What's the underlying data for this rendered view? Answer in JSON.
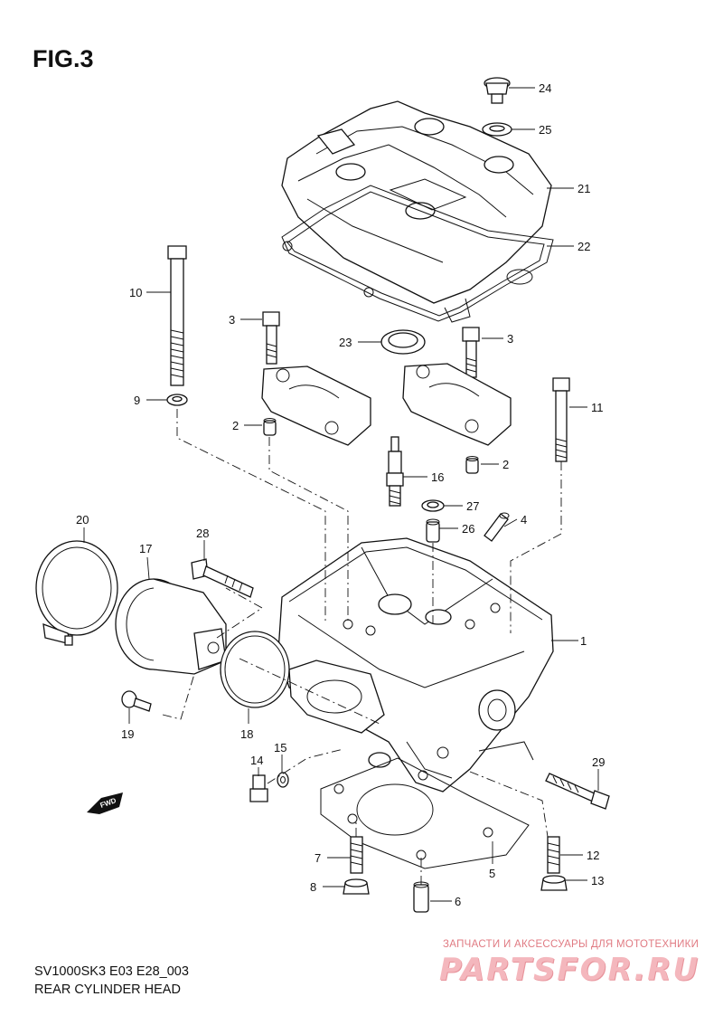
{
  "figure": {
    "title": "FIG.3",
    "model_code": "SV1000SK3 E03 E28_003",
    "section_name": "REAR CYLINDER HEAD"
  },
  "watermark": {
    "tagline": "ЗАПЧАСТИ И АКСЕССУАРЫ ДЛЯ МОТОТЕХНИКИ",
    "logo": "PARTSFOR.RU"
  },
  "direction_badge": "FWD",
  "callouts": [
    {
      "id": "c1",
      "label": "1"
    },
    {
      "id": "c2a",
      "label": "2"
    },
    {
      "id": "c2b",
      "label": "2"
    },
    {
      "id": "c3a",
      "label": "3"
    },
    {
      "id": "c3b",
      "label": "3"
    },
    {
      "id": "c4",
      "label": "4"
    },
    {
      "id": "c5",
      "label": "5"
    },
    {
      "id": "c6",
      "label": "6"
    },
    {
      "id": "c7",
      "label": "7"
    },
    {
      "id": "c8",
      "label": "8"
    },
    {
      "id": "c9",
      "label": "9"
    },
    {
      "id": "c10",
      "label": "10"
    },
    {
      "id": "c11",
      "label": "11"
    },
    {
      "id": "c12",
      "label": "12"
    },
    {
      "id": "c13",
      "label": "13"
    },
    {
      "id": "c14",
      "label": "14"
    },
    {
      "id": "c15",
      "label": "15"
    },
    {
      "id": "c16",
      "label": "16"
    },
    {
      "id": "c17",
      "label": "17"
    },
    {
      "id": "c18",
      "label": "18"
    },
    {
      "id": "c19",
      "label": "19"
    },
    {
      "id": "c20",
      "label": "20"
    },
    {
      "id": "c21",
      "label": "21"
    },
    {
      "id": "c22",
      "label": "22"
    },
    {
      "id": "c23",
      "label": "23"
    },
    {
      "id": "c24",
      "label": "24"
    },
    {
      "id": "c25",
      "label": "25"
    },
    {
      "id": "c26",
      "label": "26"
    },
    {
      "id": "c27",
      "label": "27"
    },
    {
      "id": "c28",
      "label": "28"
    },
    {
      "id": "c29",
      "label": "29"
    }
  ]
}
